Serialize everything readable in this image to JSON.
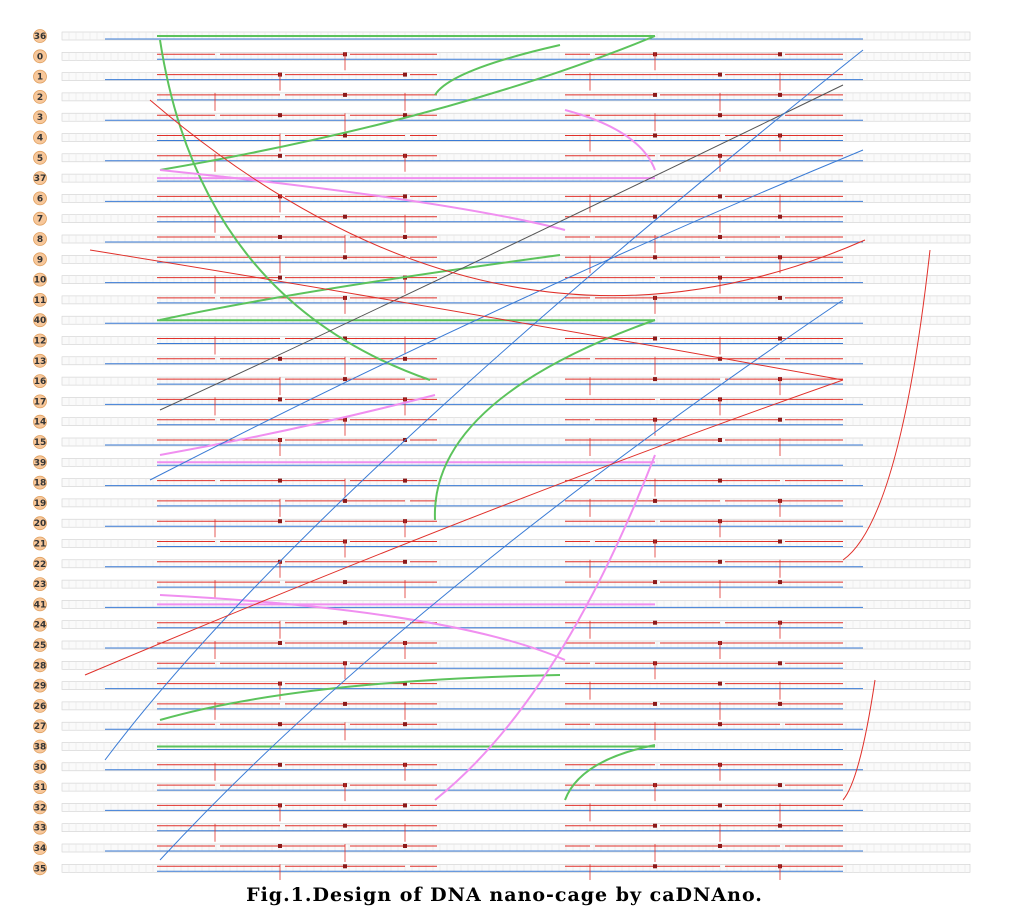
{
  "figure": {
    "caption": "Fig.1.Design of DNA nano-cage by caDNAno."
  },
  "helix_labels": [
    "36",
    "0",
    "1",
    "2",
    "3",
    "4",
    "5",
    "37",
    "6",
    "7",
    "8",
    "9",
    "10",
    "11",
    "40",
    "12",
    "13",
    "16",
    "17",
    "14",
    "15",
    "39",
    "18",
    "19",
    "20",
    "21",
    "22",
    "23",
    "41",
    "24",
    "25",
    "28",
    "29",
    "26",
    "27",
    "38",
    "30",
    "31",
    "32",
    "33",
    "34",
    "35"
  ],
  "colors": {
    "badge_fill": "#f7c79a",
    "badge_stroke": "#e0a060",
    "scaffold": "#3a7bd5",
    "staple_red": "#e0302a",
    "staple_green": "#5cc35c",
    "staple_pink": "#f08ff0",
    "staple_gray": "#555555",
    "grid": "#cfcfcf"
  }
}
